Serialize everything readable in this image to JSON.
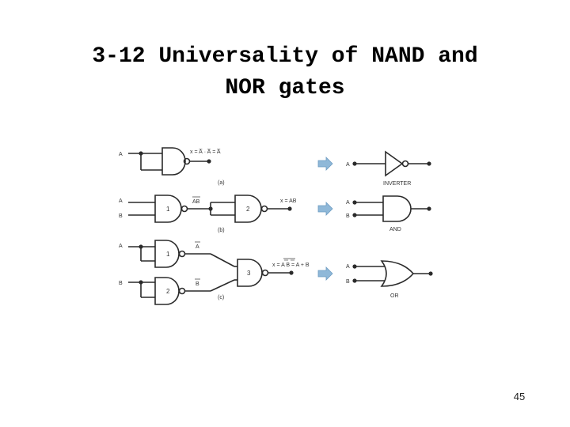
{
  "slide": {
    "title_line1": "3-12 Universality of NAND and",
    "title_line2": "NOR gates",
    "page_number": "45"
  },
  "diagram": {
    "row_a": {
      "input": "A",
      "expr": "x = A̅ · A̅ = A̅",
      "caption": "(a)",
      "eq_in": "A",
      "eq_name": "INVERTER"
    },
    "row_b": {
      "in1": "A",
      "in2": "B",
      "gate1": "1",
      "gate2": "2",
      "mid": "AB",
      "expr": "x = AB",
      "caption": "(b)",
      "eq_in1": "A",
      "eq_in2": "B",
      "eq_name": "AND"
    },
    "row_c": {
      "in1": "A",
      "in2": "B",
      "gate1": "1",
      "gate2": "2",
      "gate3": "3",
      "mid1": "A",
      "mid2": "B",
      "expr_left": "x = ",
      "expr_over": "A B",
      "expr_right": " = A + B",
      "caption": "(c)",
      "eq_in1": "A",
      "eq_in2": "B",
      "eq_name": "OR"
    },
    "colors": {
      "line": "#2a2a2a",
      "arrow": "#8fb8d8"
    }
  }
}
